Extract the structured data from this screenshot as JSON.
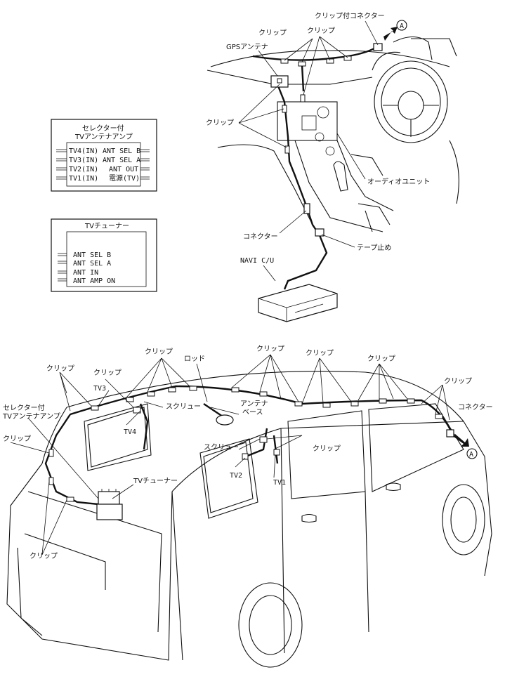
{
  "dash_diagram": {
    "clip_connector": "クリップ付コネクター",
    "clip_left": "クリップ",
    "clip_right": "クリップ",
    "gps_antenna": "GPSアンテナ",
    "clip_side": "クリップ",
    "audio_unit": "オーディオユニット",
    "connector": "コネクター",
    "tape_stop": "テープ止め",
    "navi": "NAVI C/U",
    "circle_a": "A"
  },
  "amp_box": {
    "title_line1": "セレクター付",
    "title_line2": "TVアンテナアンプ",
    "left_pins": [
      "TV4(IN)",
      "TV3(IN)",
      "TV2(IN)",
      "TV1(IN)"
    ],
    "right_pins": [
      "ANT SEL B",
      "ANT SEL A",
      "ANT OUT",
      "電源(TV)"
    ]
  },
  "tuner_box": {
    "title": "TVチューナー",
    "pins": [
      "ANT SEL B",
      "ANT SEL A",
      "ANT IN",
      "ANT AMP ON"
    ]
  },
  "car_diagram": {
    "clip_top1": "クリップ",
    "rod": "ロッド",
    "clip_top2": "クリップ",
    "clip_top3": "クリップ",
    "clip_top4": "クリップ",
    "clip_left1": "クリップ",
    "clip_left2": "クリップ",
    "tv3": "TV3",
    "screw_rear": "スクリュー",
    "antenna_base_1": "アンテナ",
    "antenna_base_2": "ベース",
    "clip_far_right": "クリップ",
    "connector": "コネクター",
    "amp_label_1": "セレクター付",
    "amp_label_2": "TVアンテナアンプ",
    "tv4": "TV4",
    "clip_rear_left": "クリップ",
    "screw_front": "スクリュー",
    "clip_mid": "クリップ",
    "tuner": "TVチューナー",
    "tv2": "TV2",
    "tv1": "TV1",
    "clip_bottom": "クリップ",
    "circle_a": "A"
  }
}
